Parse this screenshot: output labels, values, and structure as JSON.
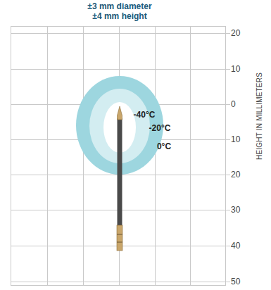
{
  "diagram": {
    "title": "±3 mm diameter ±4 mm height",
    "labels": [
      "-40°C",
      "-20°C",
      "0°C",
      "20",
      "10",
      "0",
      "10",
      "20",
      "30",
      "40",
      "50",
      "HEIGHT IN MILLIMETERS"
    ]
  }
}
